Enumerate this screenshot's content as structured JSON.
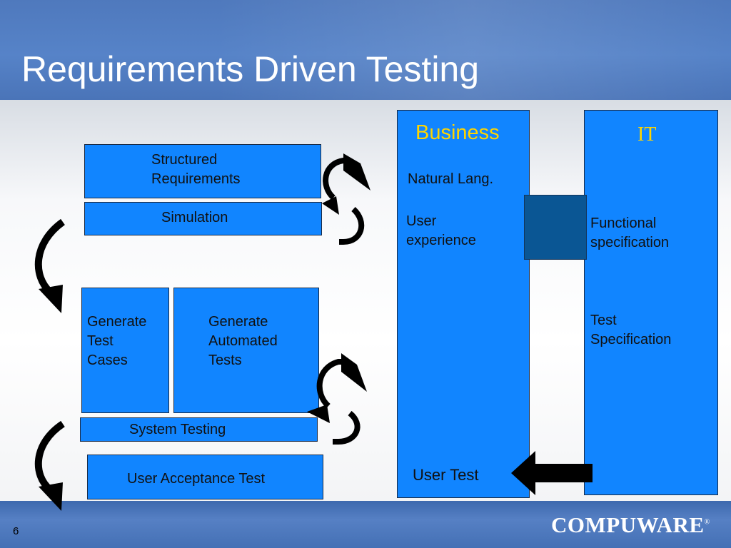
{
  "slide": {
    "title": "Requirements Driven Testing",
    "page_number": "6"
  },
  "left": {
    "structured": "Structured\nRequirements",
    "simulation": "Simulation",
    "gen_test_cases": "Generate\nTest\nCases",
    "gen_automated": "Generate\nAutomated\nTests",
    "system_testing": "System Testing",
    "uat": "User Acceptance Test"
  },
  "business": {
    "title": "Business",
    "natural_lang": "Natural Lang.",
    "user_experience": "User\nexperience",
    "user_test": "User Test"
  },
  "it": {
    "title": "IT",
    "functional_spec": "Functional\nspecification",
    "test_spec": "Test\nSpecification"
  },
  "logo": {
    "text": "COMPUWARE",
    "mark": "®"
  },
  "colors": {
    "box_fill": "#1185ff",
    "header_blue": "#5683c8",
    "business_title": "#ffd500",
    "connector": "#0a5694"
  }
}
